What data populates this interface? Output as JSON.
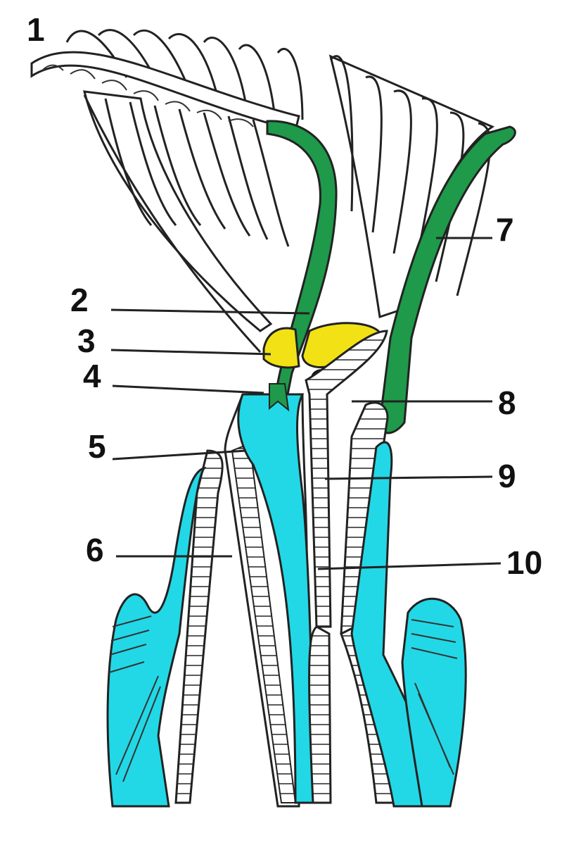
{
  "colors": {
    "cartilage": "#22d8e6",
    "muscle_green": "#1e9a4a",
    "nerve_yellow": "#f2e215",
    "outline": "#222222",
    "background": "#ffffff"
  },
  "labels": [
    {
      "id": "1",
      "text": "1"
    },
    {
      "id": "2",
      "text": "2"
    },
    {
      "id": "3",
      "text": "3"
    },
    {
      "id": "4",
      "text": "4"
    },
    {
      "id": "5",
      "text": "5"
    },
    {
      "id": "6",
      "text": "6"
    },
    {
      "id": "7",
      "text": "7"
    },
    {
      "id": "8",
      "text": "8"
    },
    {
      "id": "9",
      "text": "9"
    },
    {
      "id": "10",
      "text": "10"
    }
  ]
}
